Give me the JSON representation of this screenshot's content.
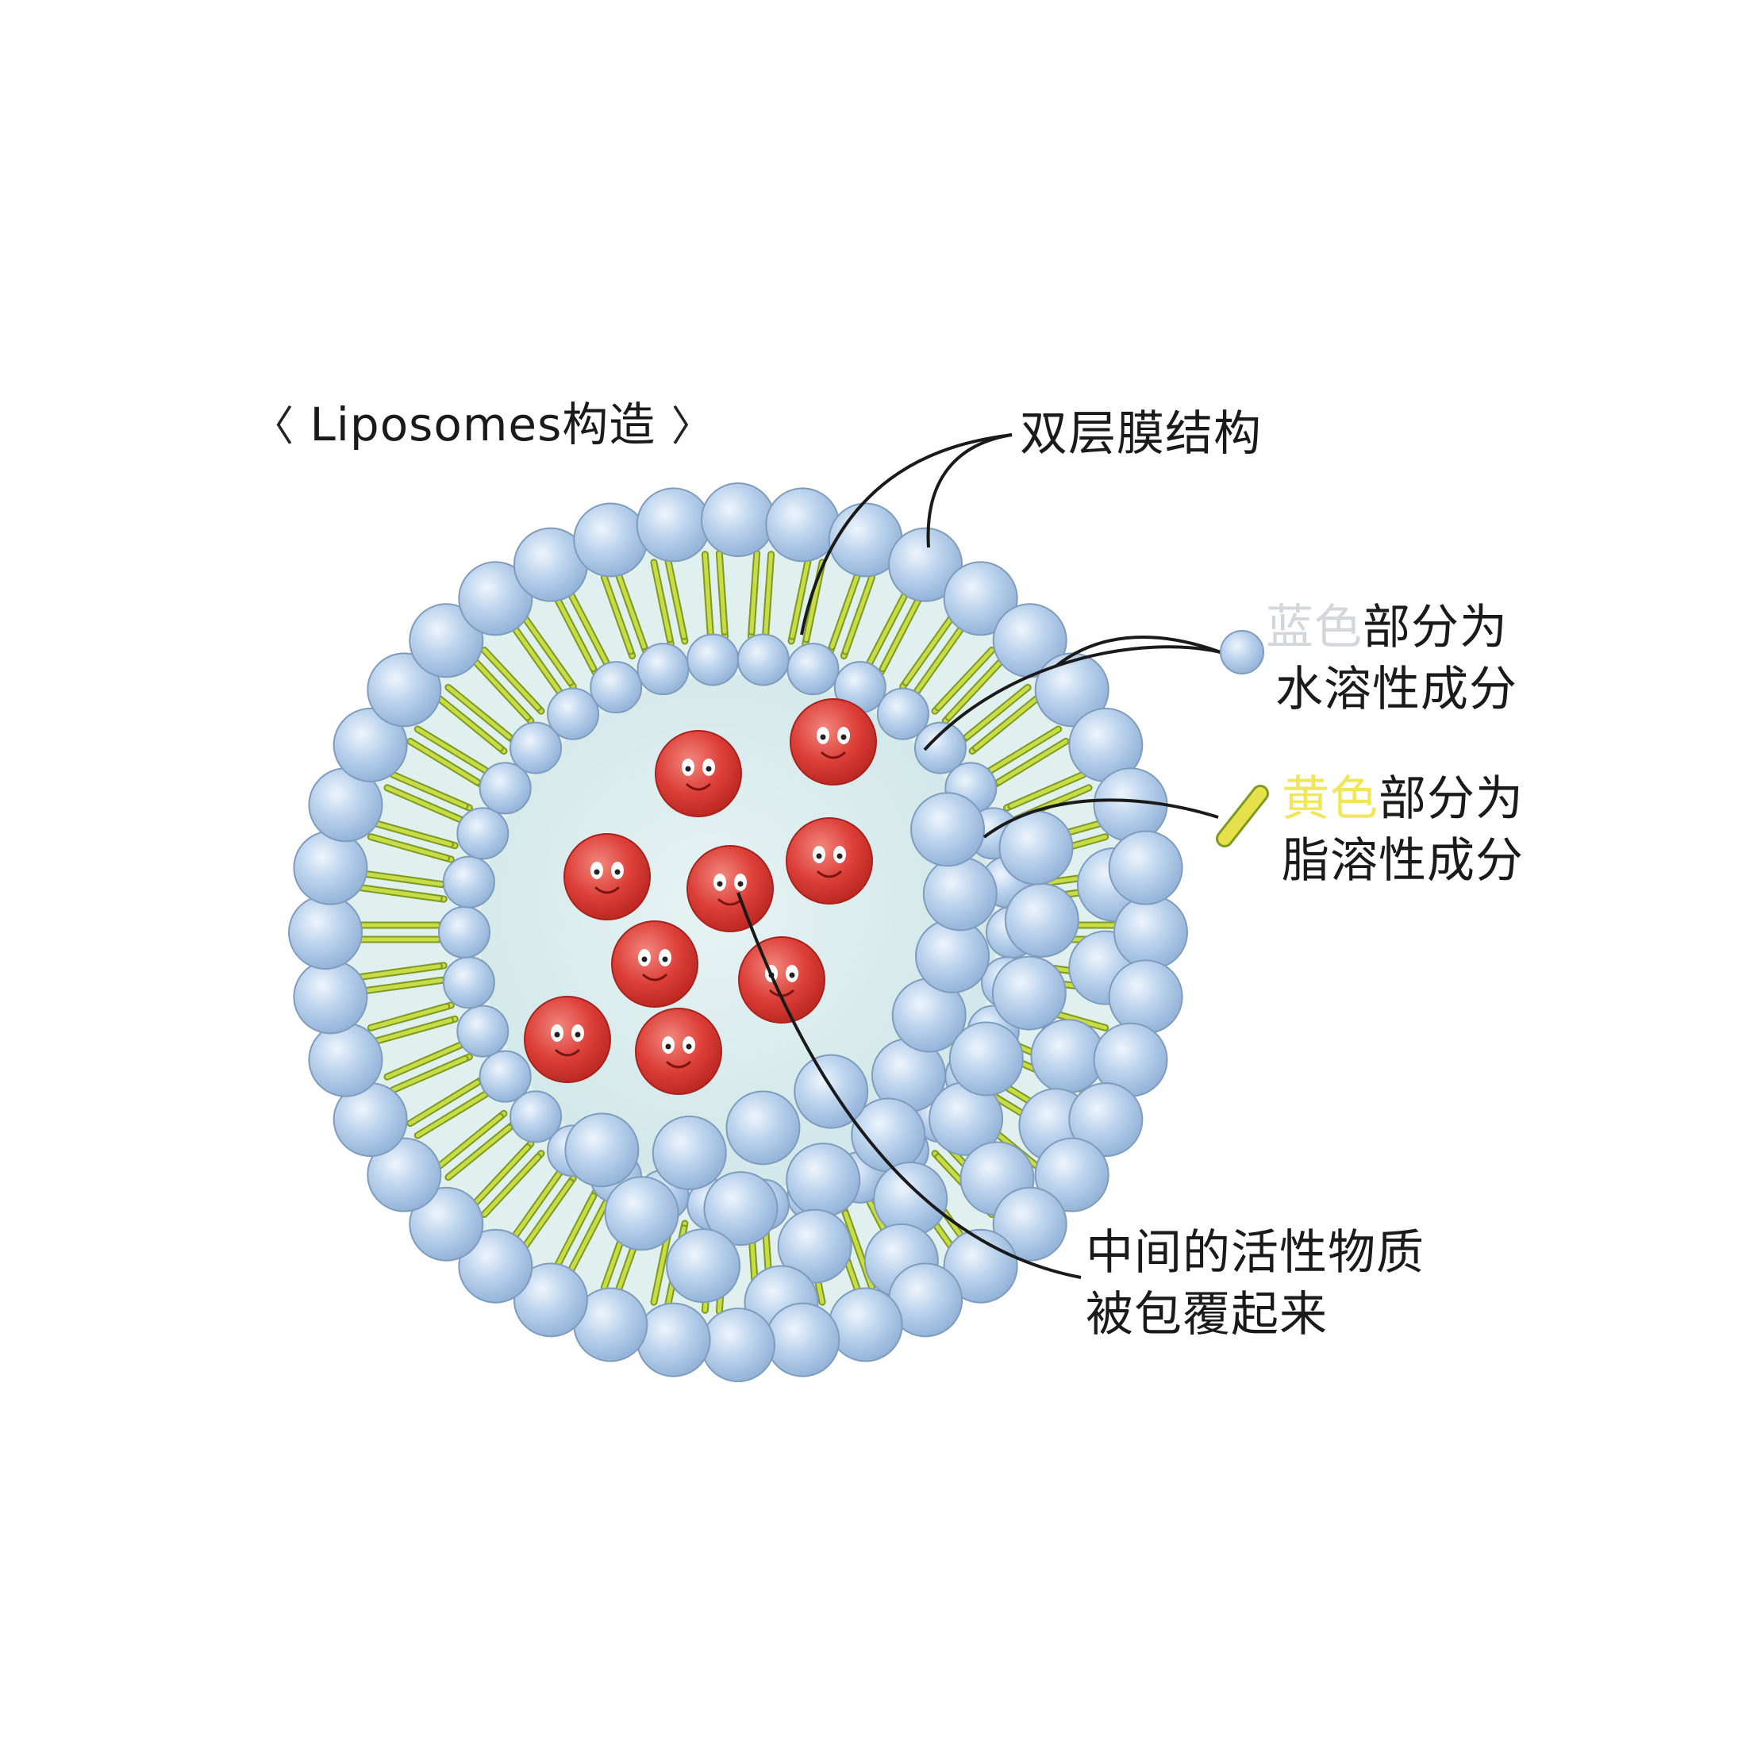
{
  "title": {
    "left_bracket": "〈",
    "text": "Liposomes构造",
    "right_bracket": "〉"
  },
  "labels": {
    "bilayer": "双层膜结构",
    "blue": {
      "colored_word": "蓝色",
      "rest_line1": "部分为",
      "line2": "水溶性成分"
    },
    "yellow": {
      "colored_word": "黄色",
      "rest_line1": "部分为",
      "line2": "脂溶性成分"
    },
    "core": {
      "line1": "中间的活性物质",
      "line2": "被包覆起来"
    }
  },
  "colors": {
    "head_fill": "#b7d0ec",
    "head_stroke": "#7f9cbd",
    "tail_fill": "#c8dc45",
    "tail_stroke": "#7f9a22",
    "interior": "#d7ecec",
    "drug_fill": "#e0423c",
    "leader_line": "#1a1a1a"
  }
}
